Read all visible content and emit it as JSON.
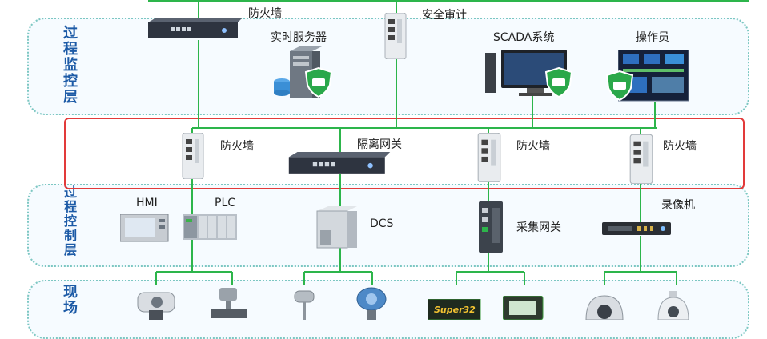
{
  "layers": {
    "supervisory": "过程监控层",
    "control": "过程控制层",
    "field": "现场"
  },
  "labels": {
    "top_firewall": "防火墙",
    "security_audit": "安全审计",
    "realtime_server": "实时服务器",
    "scada": "SCADA系统",
    "operator": "操作员",
    "fw1": "防火墙",
    "gateway": "隔离网关",
    "fw2": "防火墙",
    "fw3": "防火墙",
    "hmi": "HMI",
    "plc": "PLC",
    "dcs": "DCS",
    "collector": "采集网关",
    "recorder": "录像机"
  },
  "colors": {
    "line": "#2db54b",
    "layer_border": "#7cc7c2",
    "layer_title": "#1c5aa6",
    "highlight": "#e23a3a",
    "shield": "#2aa84a"
  },
  "icons": [
    "rack-appliance-icon",
    "din-rail-device-icon",
    "server-tower-icon",
    "shield-icon",
    "monitor-pc-icon",
    "control-panel-screen-icon",
    "hmi-panel-icon",
    "plc-module-icon",
    "dcs-cabinet-icon",
    "recorder-icon",
    "actuator-valve-icon",
    "flowmeter-icon",
    "thermometer-icon",
    "transmitter-icon",
    "controller-icon",
    "meter-icon",
    "camera-dome-icon"
  ]
}
